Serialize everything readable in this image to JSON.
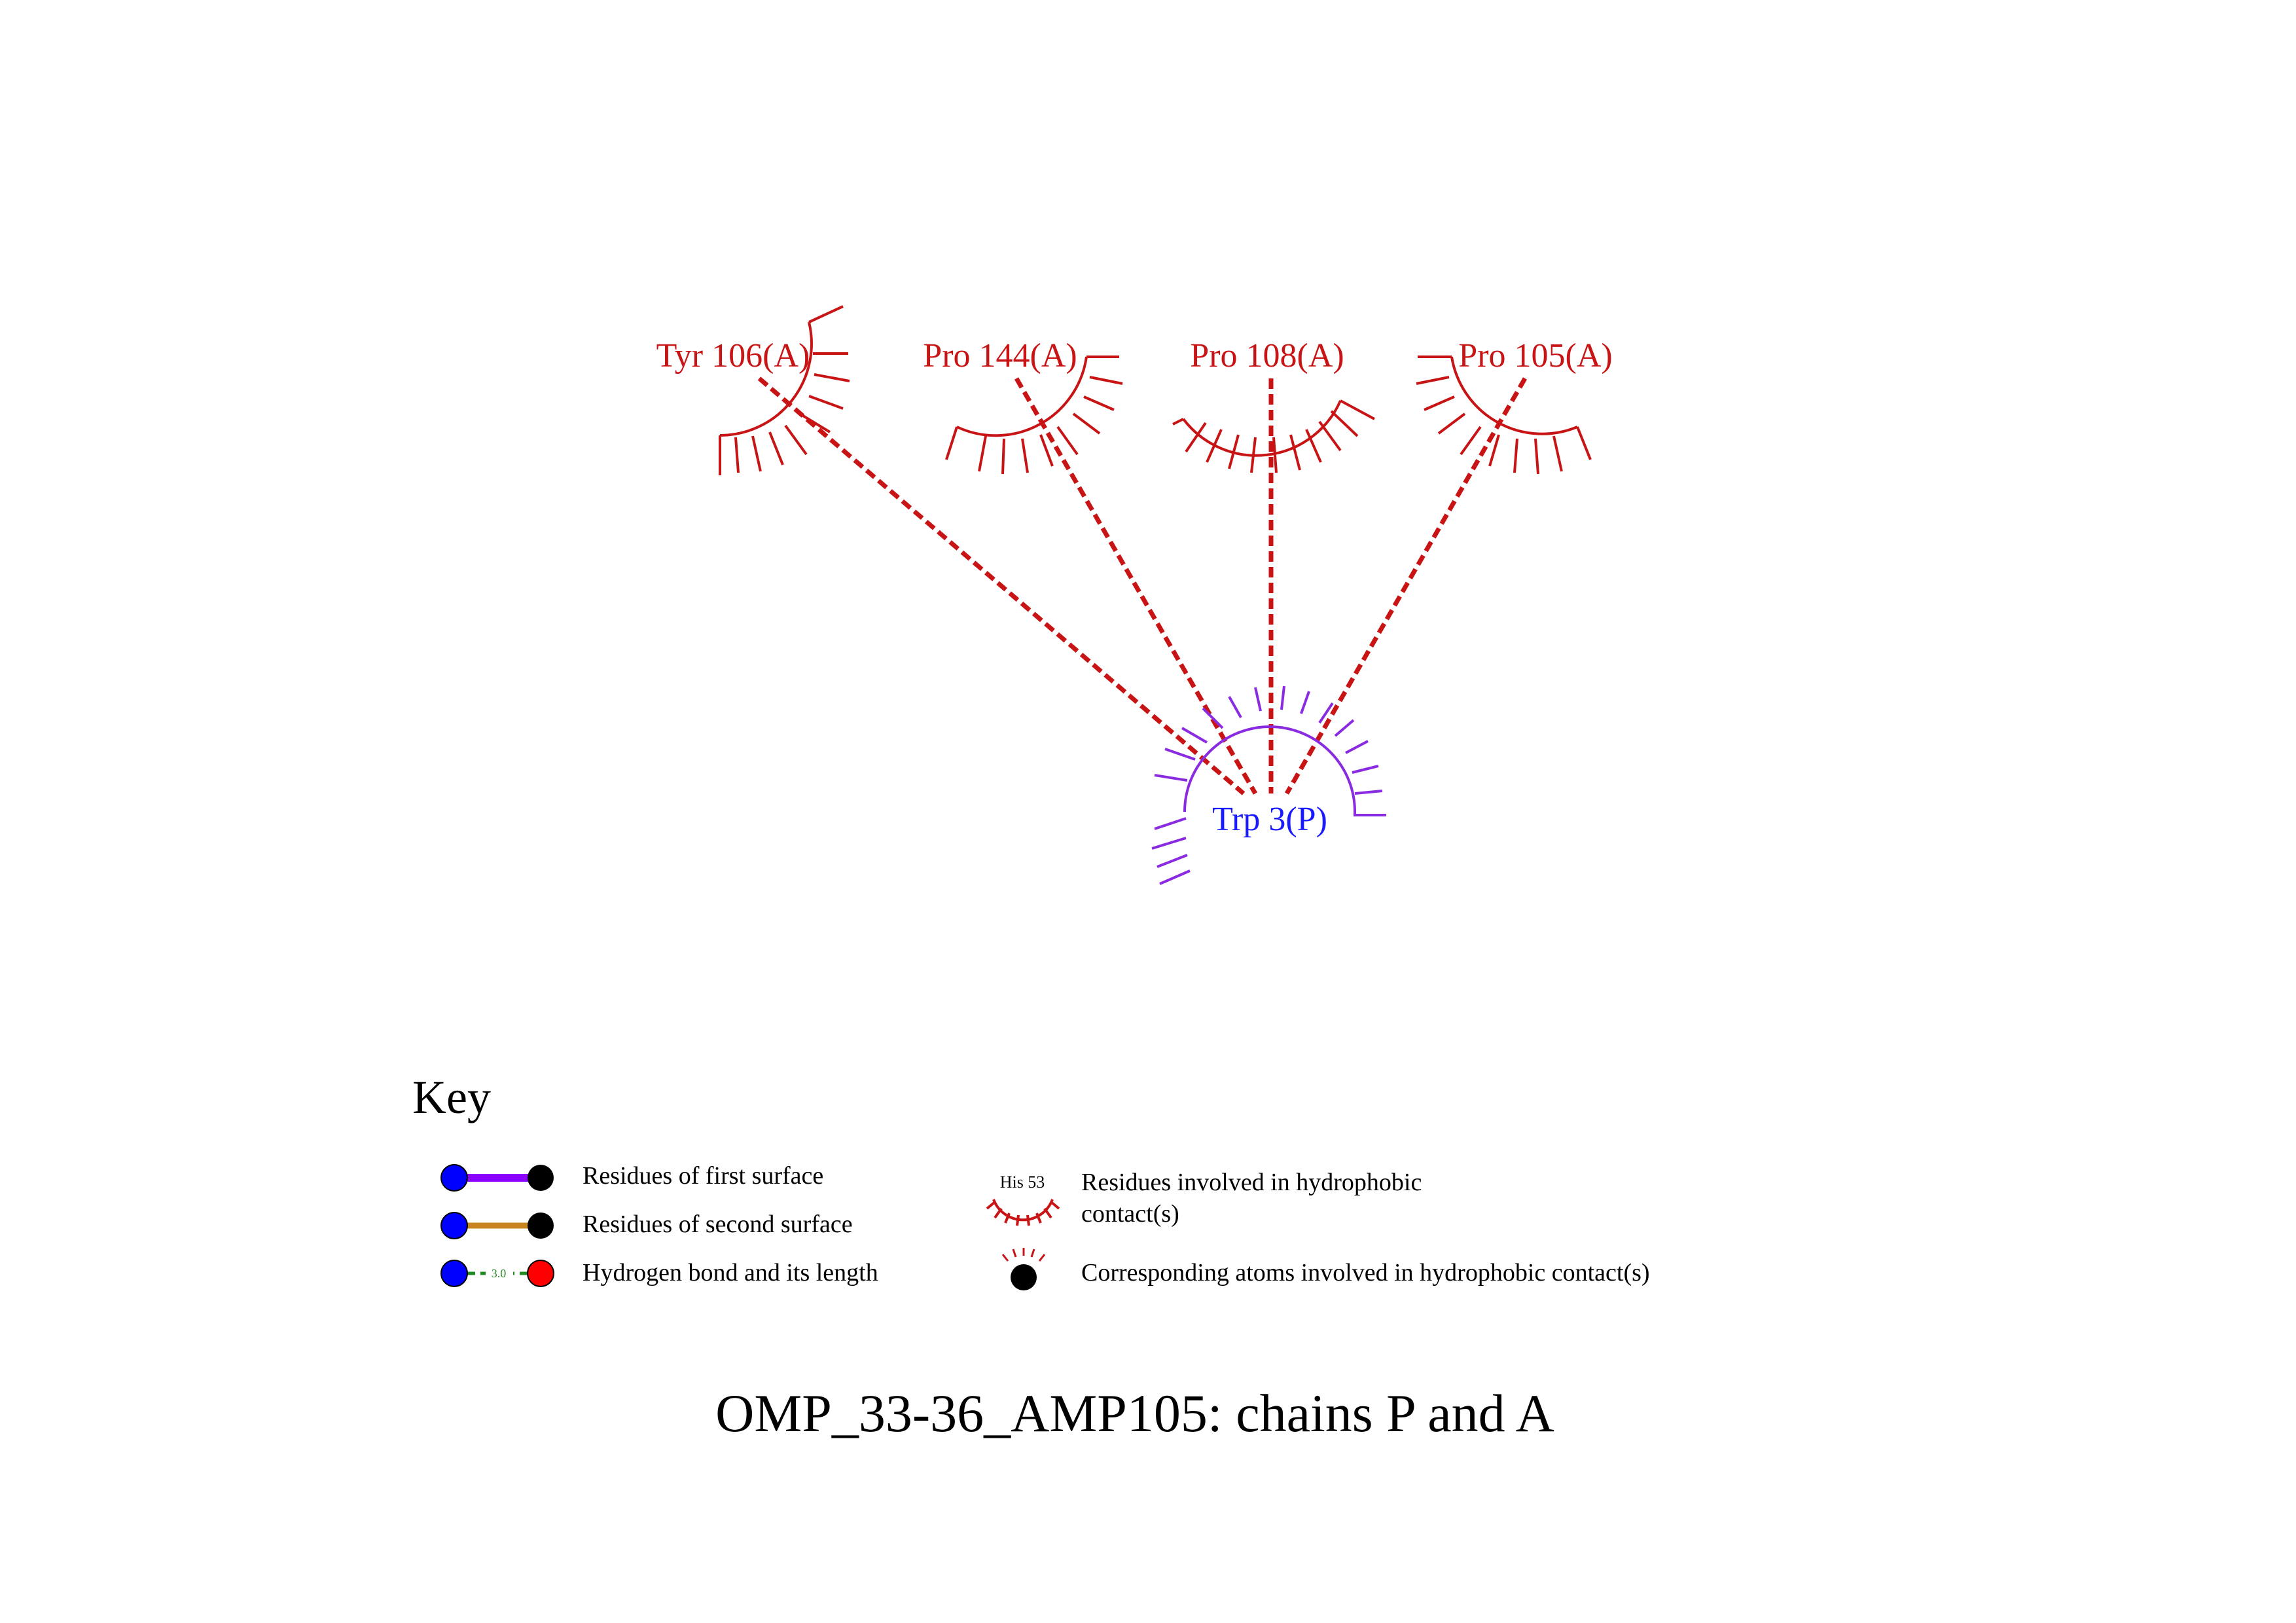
{
  "diagram": {
    "caption": "OMP_33-36_AMP105: chains P and A",
    "colors": {
      "chain_p_label": "#1a1aff",
      "chain_p_arc": "#8a2be2",
      "chain_a": "#c81414",
      "contact_line": "#c81414",
      "hbond": "#1f8a1f",
      "atom_blue": "#0000ff",
      "atom_black": "#000000",
      "atom_red": "#ff0000",
      "second_surface": "#c8841e"
    },
    "residues_a": [
      {
        "label": "Tyr 106(A)"
      },
      {
        "label": "Pro 144(A)"
      },
      {
        "label": "Pro 108(A)"
      },
      {
        "label": "Pro 105(A)"
      }
    ],
    "residue_p": {
      "label": "Trp 3(P)"
    },
    "hydrophobic_contacts": [
      {
        "from": "Trp 3(P)",
        "to": "Tyr 106(A)"
      },
      {
        "from": "Trp 3(P)",
        "to": "Pro 144(A)"
      },
      {
        "from": "Trp 3(P)",
        "to": "Pro 108(A)"
      },
      {
        "from": "Trp 3(P)",
        "to": "Pro 105(A)"
      }
    ]
  },
  "key": {
    "title": "Key",
    "first_surface": "Residues of first surface",
    "second_surface": "Residues of second surface",
    "hbond": "Hydrogen bond and its length",
    "hbond_example_length": "3.0",
    "hydrophobic_residue_example": "His 53",
    "hydrophobic_residues_line1": "Residues involved in hydrophobic",
    "hydrophobic_residues_line2": "contact(s)",
    "hydrophobic_atoms": "Corresponding atoms involved in hydrophobic contact(s)"
  }
}
